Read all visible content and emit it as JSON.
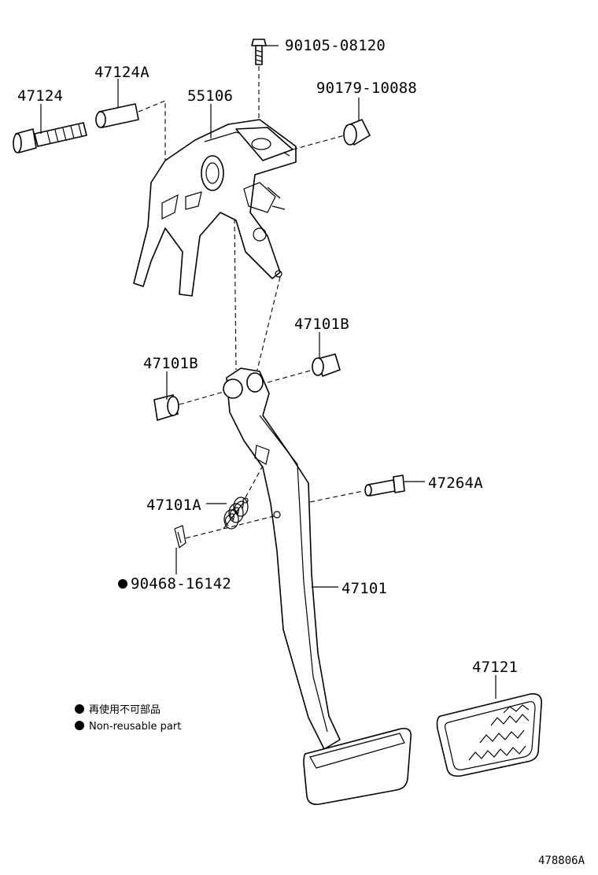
{
  "parts": [
    {
      "id": "p-90105",
      "label": "90105-08120"
    },
    {
      "id": "p-47124A",
      "label": "47124A"
    },
    {
      "id": "p-47124",
      "label": "47124"
    },
    {
      "id": "p-55106",
      "label": "55106"
    },
    {
      "id": "p-90179",
      "label": "90179-10088"
    },
    {
      "id": "p-47101B-r",
      "label": "47101B"
    },
    {
      "id": "p-47101B-l",
      "label": "47101B"
    },
    {
      "id": "p-47264A",
      "label": "47264A"
    },
    {
      "id": "p-47101A",
      "label": "47101A"
    },
    {
      "id": "p-90468",
      "label": "90468-16142"
    },
    {
      "id": "p-47101",
      "label": "47101"
    },
    {
      "id": "p-47121",
      "label": "47121"
    }
  ],
  "legend": {
    "line_jp": "再使用不可部品",
    "line_en": "Non-reusable part"
  },
  "diagram_code": "478806A"
}
